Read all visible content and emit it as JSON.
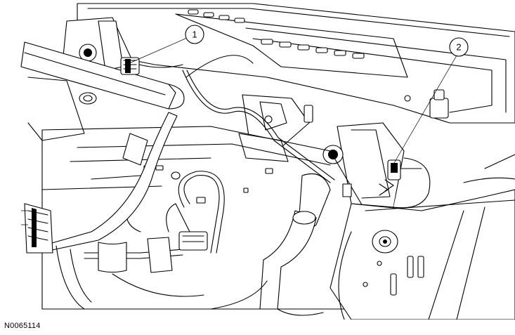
{
  "figure": {
    "id_label": "N0065114"
  },
  "callouts": [
    {
      "number": "1",
      "target": "connector-1"
    },
    {
      "number": "2",
      "target": "connector-2"
    }
  ]
}
